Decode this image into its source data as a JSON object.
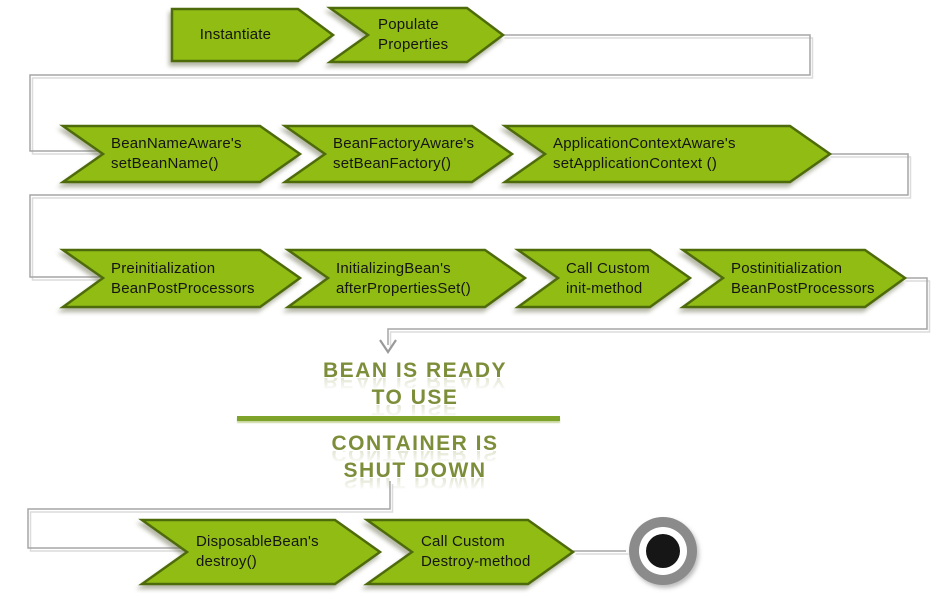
{
  "diagram_title": "bean-lifecycle-flow",
  "colors": {
    "arrow_fill": "#90BC14",
    "arrow_border": "#4E6B0B",
    "arrow_text": "#151515",
    "connector": "#A6A6A6",
    "heading_text": "#7D8E3A",
    "divider_green": "#7DA32B",
    "end_ring_gray": "#8B8B8B",
    "end_center_black": "#161616"
  },
  "arrows": {
    "instantiate": {
      "line1": "Instantiate"
    },
    "populate": {
      "line1": "Populate",
      "line2": "Properties"
    },
    "bean_name": {
      "line1": "BeanNameAware's",
      "line2": "setBeanName()"
    },
    "bean_factory": {
      "line1": "BeanFactoryAware's",
      "line2": "setBeanFactory()"
    },
    "app_context": {
      "line1": "ApplicationContextAware's",
      "line2": "setApplicationContext ()"
    },
    "pre_init": {
      "line1": "Preinitialization",
      "line2": "BeanPostProcessors"
    },
    "initializing": {
      "line1": "InitializingBean's",
      "line2": "afterPropertiesSet()"
    },
    "call_init": {
      "line1": "Call Custom",
      "line2": "init-method"
    },
    "post_init": {
      "line1": "Postinitialization",
      "line2": "BeanPostProcessors"
    },
    "disposable": {
      "line1": "DisposableBean's",
      "line2": "destroy()"
    },
    "call_destroy": {
      "line1": "Call Custom",
      "line2": "Destroy-method"
    }
  },
  "headings": {
    "ready_line1": "BEAN IS READY",
    "ready_line2": "TO USE",
    "shutdown_line1": "CONTAINER IS",
    "shutdown_line2": "SHUT DOWN"
  },
  "end_node": {
    "meaning": "terminal-state"
  }
}
